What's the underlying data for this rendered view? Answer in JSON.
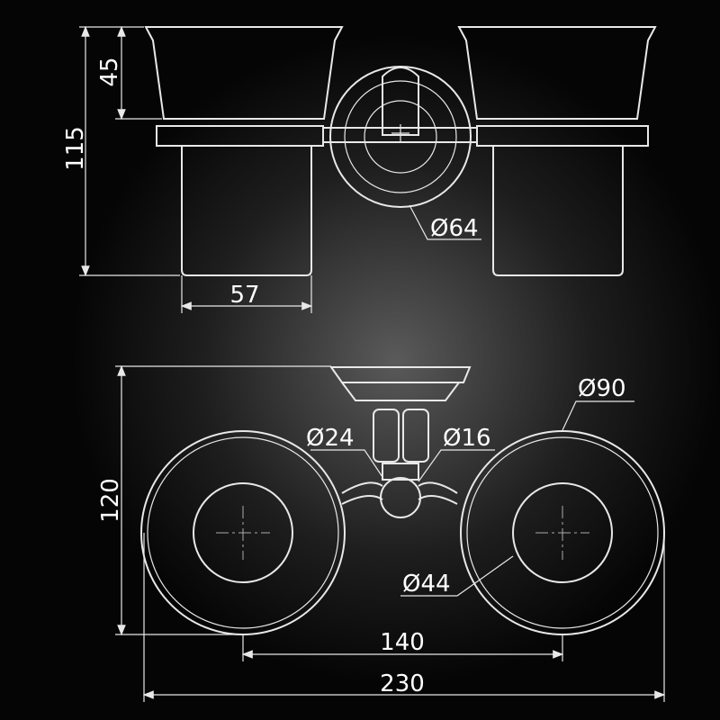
{
  "drawing": {
    "top_view": {
      "height_cup": "45",
      "height_total": "115",
      "cup_width": "57",
      "mount_diameter": "Ø64"
    },
    "bottom_view": {
      "depth": "120",
      "cup_diameter": "Ø90",
      "arm_diameter": "Ø24",
      "screw_diameter": "Ø16",
      "inner_diameter": "Ø44",
      "center_distance": "140",
      "total_width": "230"
    }
  },
  "colors": {
    "background": "#050505",
    "lines": "#e8e8e8"
  }
}
